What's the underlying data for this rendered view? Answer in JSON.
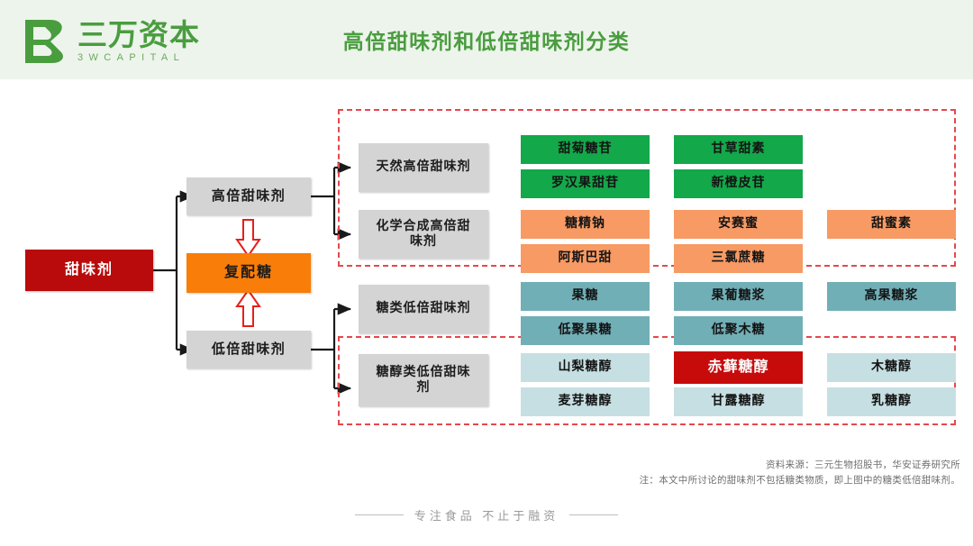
{
  "header": {
    "logo_cn": "三万资本",
    "logo_en": "3WCAPITAL",
    "title": "高倍甜味剂和低倍甜味剂分类",
    "brand_color": "#4a9d3f",
    "band_color": "#edf4ec"
  },
  "diagram": {
    "root": "甜味剂",
    "level1": {
      "high": "高倍甜味剂",
      "blend": "复配糖",
      "low": "低倍甜味剂"
    },
    "level2": {
      "natural_high": "天然高倍甜味剂",
      "synthetic_high": "化学合成高倍甜味剂",
      "sugar_low": "糖类低倍甜味剂",
      "alcohol_low": "糖醇类低倍甜味剂"
    },
    "leaves": {
      "natural_high": [
        "甜菊糖苷",
        "甘草甜素",
        "罗汉果甜苷",
        "新橙皮苷"
      ],
      "synthetic_high": [
        "糖精钠",
        "安赛蜜",
        "甜蜜素",
        "阿斯巴甜",
        "三氯蔗糖"
      ],
      "sugar_low": [
        "果糖",
        "果葡糖浆",
        "高果糖浆",
        "低聚果糖",
        "低聚木糖"
      ],
      "alcohol_low": [
        "山梨糖醇",
        "赤藓糖醇",
        "木糖醇",
        "麦芽糖醇",
        "甘露糖醇",
        "乳糖醇"
      ]
    },
    "highlighted_leaf": "赤藓糖醇",
    "colors": {
      "root": "#b90b0b",
      "blend": "#f97d09",
      "grey": "#d4d4d4",
      "green": "#13a84a",
      "orange": "#f79a63",
      "teal": "#71afb6",
      "light_blue": "#c6dfe3",
      "highlight_red": "#c70b0b",
      "dashed_border": "#e5484d"
    }
  },
  "footer": {
    "source": "资料来源：三元生物招股书，华安证券研究所",
    "note": "注：本文中所讨论的甜味剂不包括糖类物质，即上图中的糖类低倍甜味剂。",
    "tagline": "专注食品  不止于融资"
  }
}
